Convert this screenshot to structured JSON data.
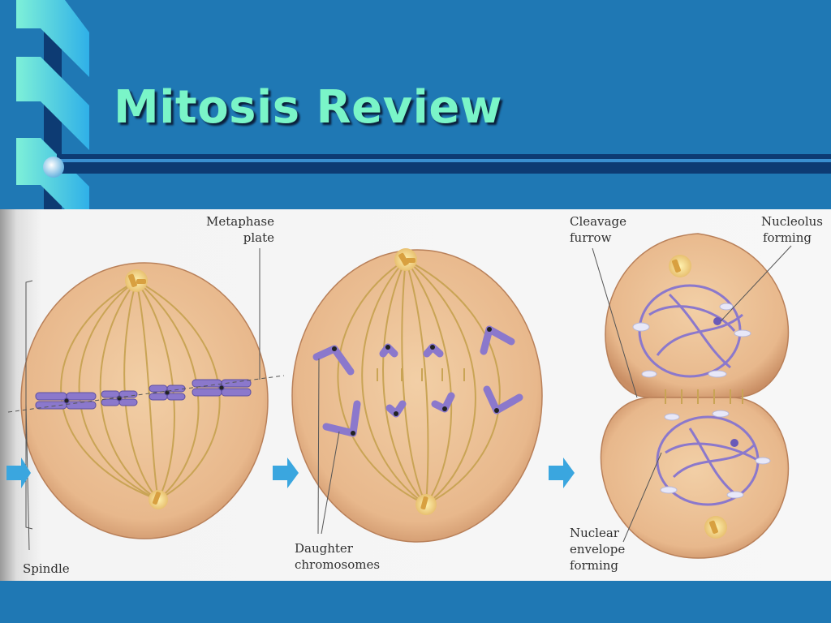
{
  "slide": {
    "title": "Mitosis Review",
    "background_color": "#1f78b4",
    "title_color": "#7af5c8"
  },
  "figure": {
    "labels": {
      "metaphase_plate": [
        "Metaphase",
        "plate"
      ],
      "spindle": "Spindle",
      "daughter_chromosomes": [
        "Daughter",
        "chromosomes"
      ],
      "cleavage_furrow": [
        "Cleavage",
        "furrow"
      ],
      "nucleolus_forming": [
        "Nucleolus",
        "forming"
      ],
      "nuclear_envelope_forming": [
        "Nuclear",
        "envelope",
        "forming"
      ]
    },
    "stages": [
      "metaphase",
      "anaphase",
      "telophase"
    ],
    "arrows": [
      "arrow-right-icon",
      "arrow-right-icon",
      "arrow-right-icon"
    ],
    "colors": {
      "cell": "#e8b88c",
      "chromosome": "#8b78cc",
      "spindle": "#c9a455",
      "arrow": "#3aa6df"
    }
  }
}
